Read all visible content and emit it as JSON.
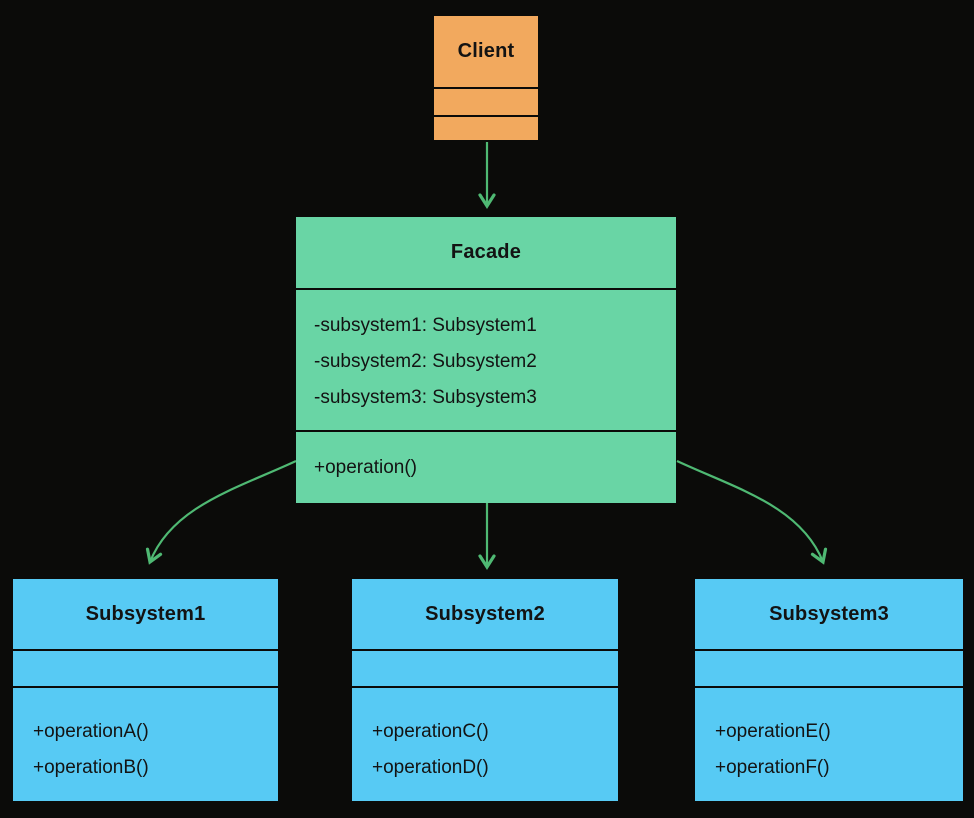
{
  "diagram": {
    "kind": "uml-class-diagram",
    "background_color": "#0b0b09"
  },
  "colors": {
    "client_fill": "#f2a95e",
    "facade_fill": "#69d5a5",
    "subsystem_fill": "#57caf4",
    "arrow_stroke": "#4fb973",
    "divider": "#0b0b09",
    "text": "#131313"
  },
  "classes": {
    "client": {
      "name": "Client",
      "attributes": [],
      "methods": []
    },
    "facade": {
      "name": "Facade",
      "attributes": [
        "-subsystem1: Subsystem1",
        "-subsystem2: Subsystem2",
        "-subsystem3: Subsystem3"
      ],
      "methods": [
        "+operation()"
      ]
    },
    "subsystem1": {
      "name": "Subsystem1",
      "attributes": [],
      "methods": [
        "+operationA()",
        "+operationB()"
      ]
    },
    "subsystem2": {
      "name": "Subsystem2",
      "attributes": [],
      "methods": [
        "+operationC()",
        "+operationD()"
      ]
    },
    "subsystem3": {
      "name": "Subsystem3",
      "attributes": [],
      "methods": [
        "+operationE()",
        "+operationF()"
      ]
    }
  },
  "relationships": [
    {
      "from": "Client",
      "to": "Facade"
    },
    {
      "from": "Facade",
      "to": "Subsystem1"
    },
    {
      "from": "Facade",
      "to": "Subsystem2"
    },
    {
      "from": "Facade",
      "to": "Subsystem3"
    }
  ]
}
